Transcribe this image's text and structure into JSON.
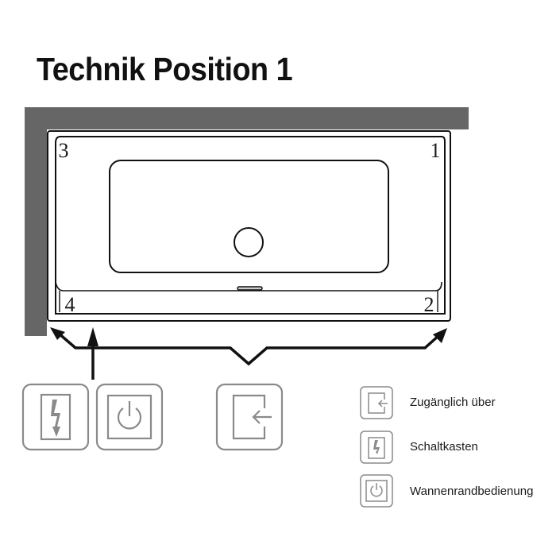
{
  "title": "Technik Position 1",
  "corners": {
    "c1": "1",
    "c2": "2",
    "c3": "3",
    "c4": "4"
  },
  "legend": {
    "items": [
      {
        "icon": "access-door-icon",
        "label": "Zugänglich über"
      },
      {
        "icon": "lightning-switchbox-icon",
        "label": "Schaltkasten"
      },
      {
        "icon": "power-button-icon",
        "label": "Wannenrandbedienung"
      }
    ]
  },
  "colors": {
    "wall": "#666666",
    "line": "#111111",
    "icon": "#8a8a8a"
  }
}
